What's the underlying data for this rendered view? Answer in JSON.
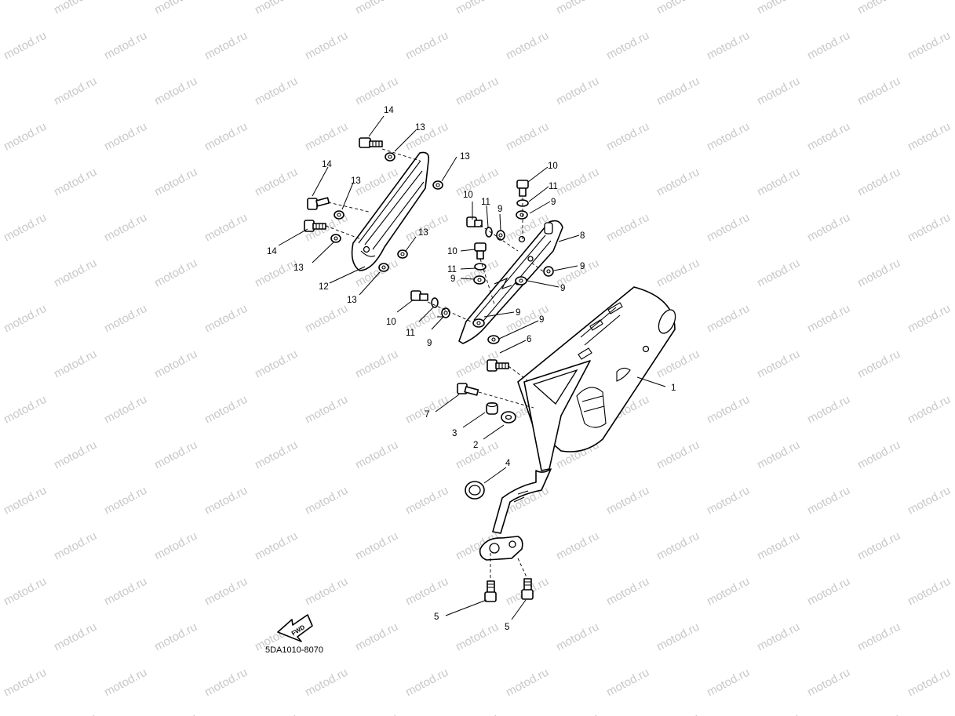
{
  "watermark_text": "motod.ru",
  "callouts": {
    "c1": "1",
    "c2": "2",
    "c3": "3",
    "c4": "4",
    "c5a": "5",
    "c5b": "5",
    "c6": "6",
    "c7": "7",
    "c8": "8",
    "c9a": "9",
    "c9b": "9",
    "c9c": "9",
    "c9d": "9",
    "c9e": "9",
    "c9f": "9",
    "c9g": "9",
    "c9h": "9",
    "c10a": "10",
    "c10b": "10",
    "c10c": "10",
    "c10d": "10",
    "c11a": "11",
    "c11b": "11",
    "c11c": "11",
    "c11d": "11",
    "c12": "12",
    "c13a": "13",
    "c13b": "13",
    "c13c": "13",
    "c13d": "13",
    "c13e": "13",
    "c13f": "13",
    "c14a": "14",
    "c14b": "14",
    "c14c": "14"
  },
  "fwd_label": "FWD",
  "diagram_code": "5DA1010-8070",
  "colors": {
    "line": "#000000",
    "watermark": "#c8c8c8",
    "background": "#ffffff"
  }
}
